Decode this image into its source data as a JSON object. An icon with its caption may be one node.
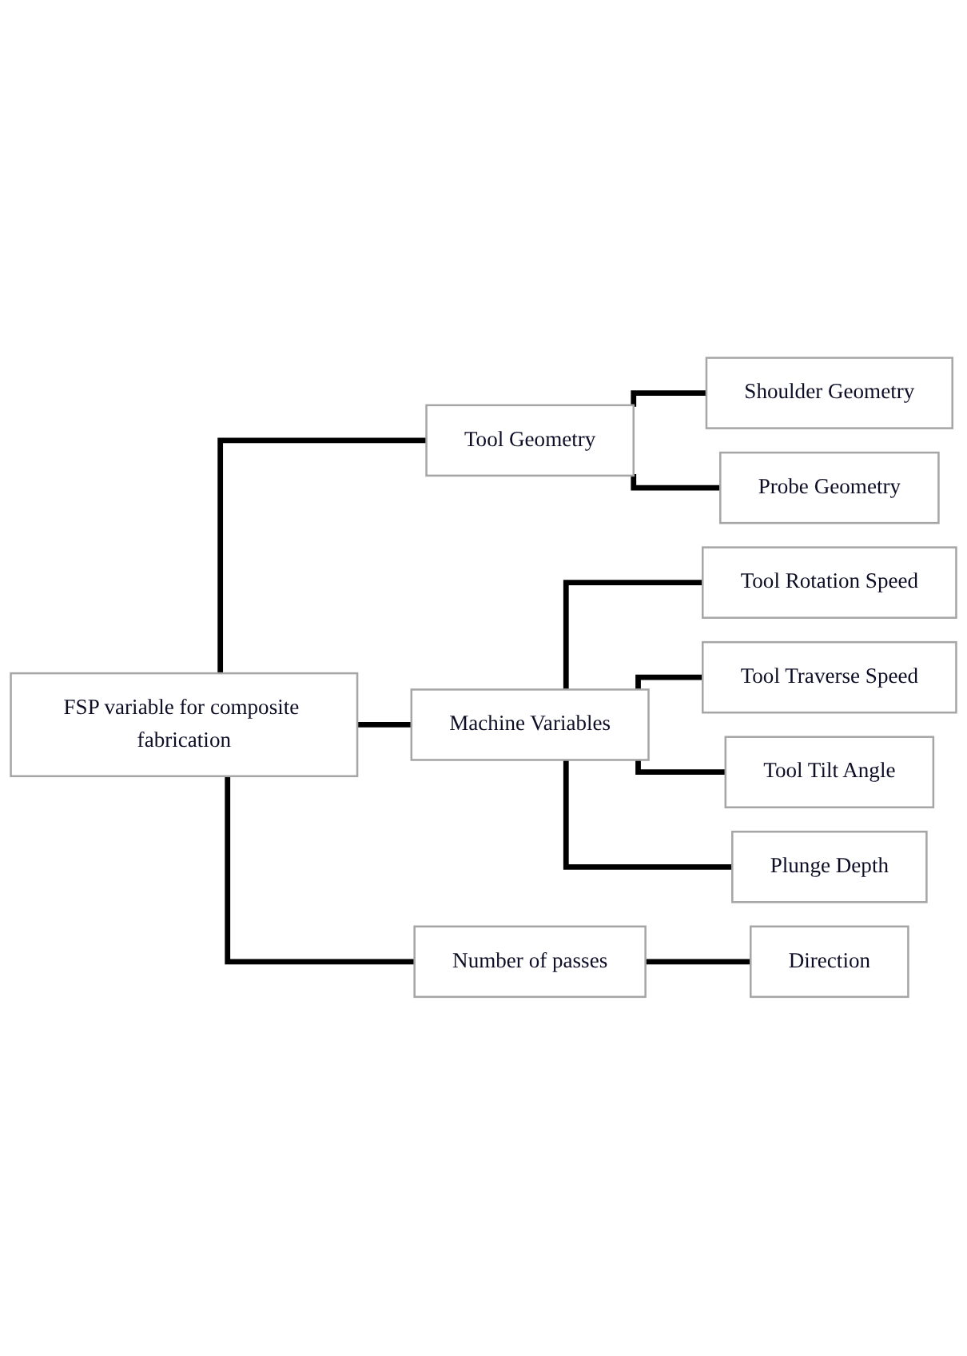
{
  "diagram": {
    "nodes": [
      {
        "text": [
          "FSP variable for composite fabrication"
        ]
      },
      {
        "text": [
          "Tool Geometry"
        ]
      },
      {
        "text": [
          "Shoulder Geometry"
        ]
      },
      {
        "text": [
          "Probe Geometry"
        ]
      },
      {
        "text": [
          "Machine Variables"
        ]
      },
      {
        "text": [
          "Tool Rotation Speed"
        ]
      },
      {
        "text": [
          "Tool Traverse Speed"
        ]
      },
      {
        "text": [
          "Tool Tilt Angle"
        ]
      },
      {
        "text": [
          "Plunge Depth"
        ]
      },
      {
        "text": [
          "Number of passes"
        ]
      },
      {
        "text": [
          "Direction"
        ]
      }
    ],
    "edges": [
      {
        "from": 0,
        "to": 1,
        "arrow": "none"
      },
      {
        "from": 0,
        "to": 4,
        "arrow": "none"
      },
      {
        "from": 0,
        "to": 9,
        "arrow": "none"
      },
      {
        "from": 1,
        "to": 2,
        "arrow": "none"
      },
      {
        "from": 1,
        "to": 3,
        "arrow": "none"
      },
      {
        "from": 4,
        "to": 5,
        "arrow": "none"
      },
      {
        "from": 4,
        "to": 6,
        "arrow": "none"
      },
      {
        "from": 4,
        "to": 7,
        "arrow": "none"
      },
      {
        "from": 4,
        "to": 8,
        "arrow": "none"
      },
      {
        "from": 9,
        "to": 10,
        "arrow": "none"
      }
    ]
  }
}
